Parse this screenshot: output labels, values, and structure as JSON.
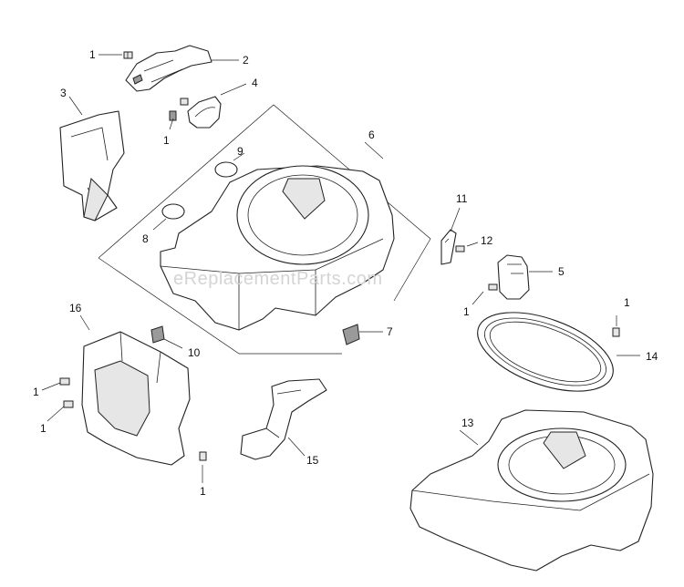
{
  "watermark": "eReplacementParts.com",
  "callouts": {
    "c1a": "1",
    "c1b": "1",
    "c1c": "1",
    "c1d": "1",
    "c1e": "1",
    "c1f": "1",
    "c1g": "1",
    "c2": "2",
    "c3": "3",
    "c4": "4",
    "c5": "5",
    "c6": "6",
    "c7": "7",
    "c8": "8",
    "c9": "9",
    "c10": "10",
    "c11": "11",
    "c12": "12",
    "c13": "13",
    "c14": "14",
    "c15": "15",
    "c16": "16"
  }
}
